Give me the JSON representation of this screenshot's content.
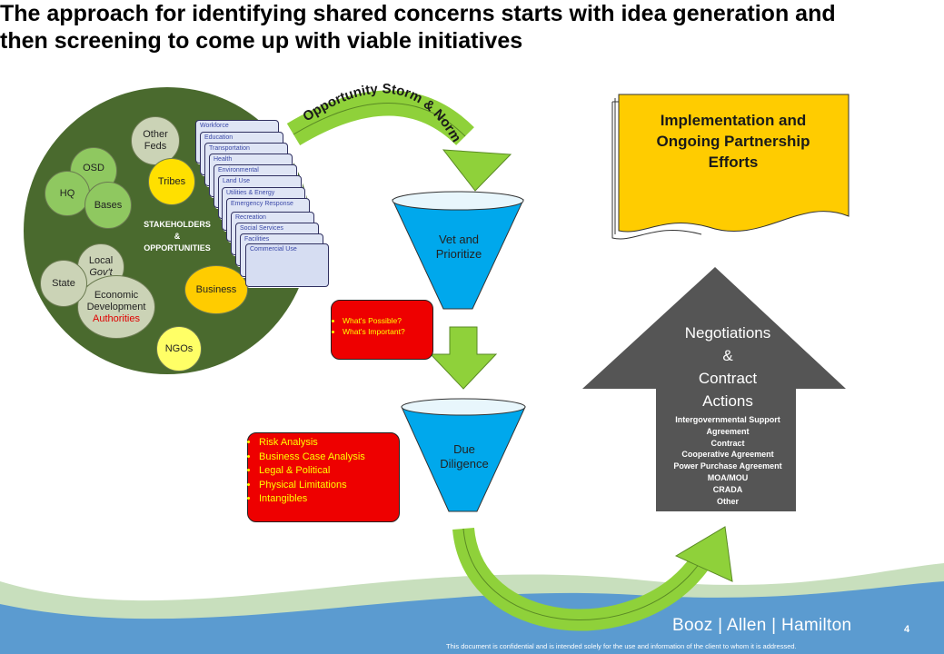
{
  "title": "The approach for identifying shared concerns starts with idea generation and then screening to come up with viable initiatives",
  "stakeholders": {
    "center_label_1": "STAKEHOLDERS",
    "center_label_2": "&",
    "center_label_3": "OPPORTUNITIES",
    "other_feds_1": "Other",
    "other_feds_2": "Feds",
    "osd": "OSD",
    "hq": "HQ",
    "bases": "Bases",
    "tribes": "Tribes",
    "local_1": "Local",
    "local_2": "Gov't",
    "state": "State",
    "econ_1": "Economic",
    "econ_2": "Development",
    "econ_3": "Authorities",
    "business": "Business",
    "ngos": "NGOs"
  },
  "opportunity_cards": [
    "Workforce",
    "Education",
    "Transportation",
    "Health",
    "Environmental",
    "Land Use",
    "Utilities & Energy",
    "Emergency Response",
    "Recreation",
    "Social Services",
    "Facilities",
    "Commercial Use"
  ],
  "arc_label": "Opportunity Storm & Norm",
  "funnel_top": {
    "line1": "Vet and",
    "line2": "Prioritize"
  },
  "funnel_bottom": {
    "line1": "Due",
    "line2": "Diligence"
  },
  "questions": [
    "What's Possible?",
    "What's Important?"
  ],
  "analysis": [
    "Risk Analysis",
    "Business Case Analysis",
    "Legal & Political",
    "Physical Limitations",
    "Intangibles"
  ],
  "implementation": {
    "line1": "Implementation and",
    "line2": "Ongoing Partnership",
    "line3": "Efforts"
  },
  "negotiations": {
    "title_1": "Negotiations",
    "title_2": "&",
    "title_3": "Contract",
    "title_4": "Actions",
    "items": [
      "Intergovernmental Support",
      "Agreement",
      "Contract",
      "Cooperative Agreement",
      "Power Purchase Agreement",
      "MOA/MOU",
      "CRADA",
      "Other"
    ]
  },
  "footer": {
    "page_number": "4",
    "brand": "Booz | Allen | Hamilton",
    "disclaimer": "This document is confidential and is intended solely for the use and information of the client to whom it is addressed."
  },
  "colors": {
    "circle_bg": "#4a6a2e",
    "light_green": "#8fc860",
    "yellow": "#ffe000",
    "grey_circle": "#cbd3b6",
    "funnel": "#00a8ec",
    "arrow_green": "#8fd13a",
    "red_box": "#ee0000",
    "impl_yellow": "#ffcc00",
    "house_grey": "#555555",
    "footer_blue": "#5b9bd0"
  }
}
